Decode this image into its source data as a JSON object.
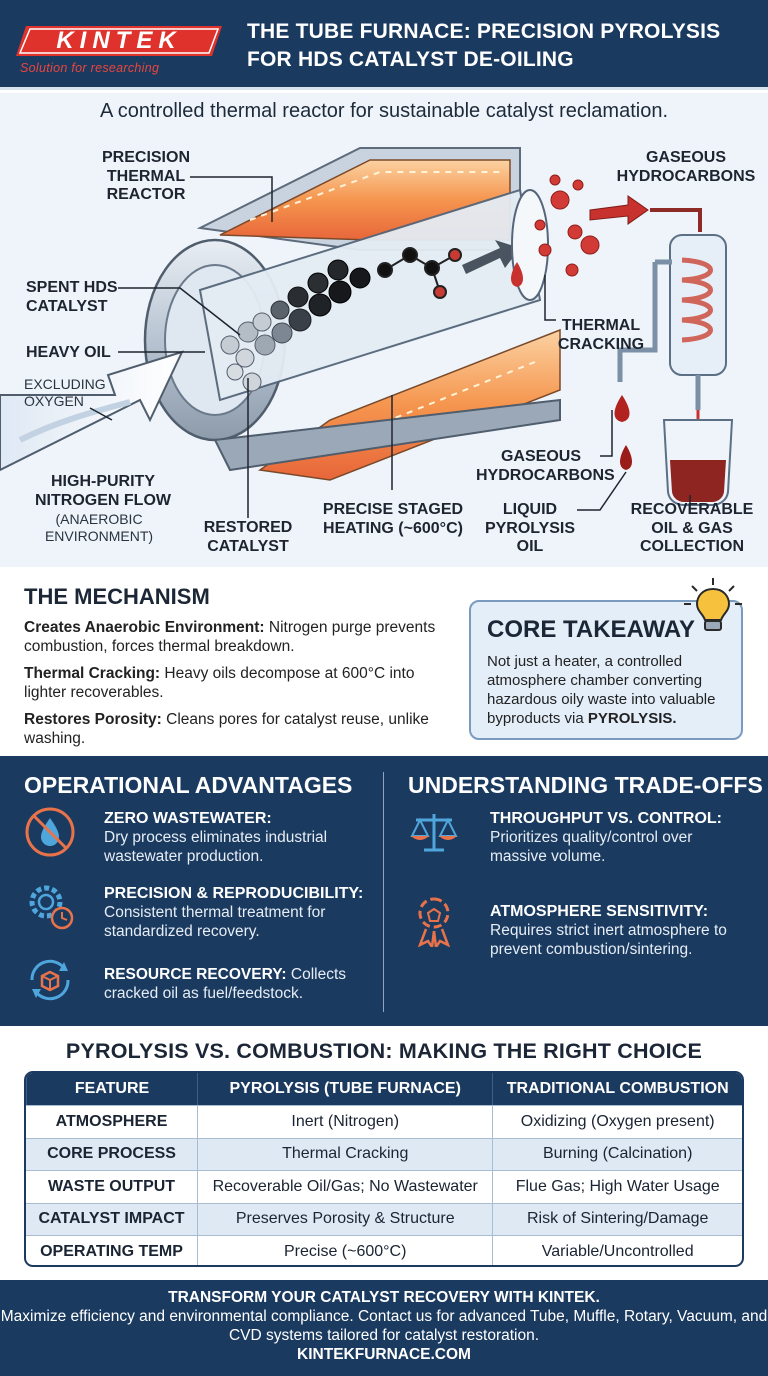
{
  "header": {
    "logo_text": "KINTEK",
    "logo_tagline": "Solution for researching",
    "title": "THE TUBE FURNACE: PRECISION PYROLYSIS FOR HDS CATALYST DE-OILING"
  },
  "diagram": {
    "subtitle": "A controlled thermal reactor for sustainable catalyst reclamation.",
    "labels": {
      "reactor": "PRECISION THERMAL REACTOR",
      "spent": "SPENT HDS CATALYST",
      "heavy_oil": "HEAVY OIL",
      "excluding": "EXCLUDING OXYGEN",
      "nitrogen": "HIGH-PURITY NITROGEN FLOW",
      "anaerobic": "(ANAEROBIC ENVIRONMENT)",
      "restored": "RESTORED CATALYST",
      "heating": "PRECISE STAGED HEATING (~600°C)",
      "gas_top": "GASEOUS HYDROCARBONS",
      "cracking": "THERMAL CRACKING",
      "gas_mid": "GASEOUS HYDROCARBONS",
      "liquid": "LIQUID PYROLYSIS OIL",
      "recover": "RECOVERABLE OIL & GAS COLLECTION"
    }
  },
  "mechanism": {
    "title": "THE MECHANISM",
    "items": [
      {
        "term": "Creates Anaerobic Environment:",
        "text": " Nitrogen purge prevents combustion, forces thermal breakdown."
      },
      {
        "term": "Thermal Cracking:",
        "text": " Heavy oils decompose at 600°C into lighter recoverables."
      },
      {
        "term": "Restores Porosity:",
        "text": " Cleans pores for catalyst reuse, unlike washing."
      }
    ]
  },
  "core": {
    "title": "CORE TAKEAWAY",
    "text": "Not just a heater, a controlled atmosphere chamber converting hazardous oily waste into valuable byproducts via ",
    "emph": "PYROLYSIS."
  },
  "advantages": {
    "title": "OPERATIONAL ADVANTAGES",
    "items": [
      {
        "title": "ZERO WASTEWATER:",
        "desc": "Dry process eliminates industrial wastewater production."
      },
      {
        "title": "PRECISION & REPRODUCIBILITY:",
        "desc": "Consistent thermal treatment for standardized recovery."
      },
      {
        "title": "RESOURCE RECOVERY:",
        "desc": " Collects cracked oil as fuel/feedstock."
      }
    ]
  },
  "tradeoffs": {
    "title": "UNDERSTANDING TRADE-OFFS",
    "items": [
      {
        "title": "THROUGHPUT VS. CONTROL:",
        "desc": "Prioritizes quality/control over massive volume."
      },
      {
        "title": "ATMOSPHERE SENSITIVITY:",
        "desc": "Requires strict inert atmosphere to prevent combustion/sintering."
      }
    ]
  },
  "comparison": {
    "title": "PYROLYSIS VS. COMBUSTION: MAKING THE RIGHT CHOICE",
    "headers": [
      "FEATURE",
      "PYROLYSIS (TUBE FURNACE)",
      "TRADITIONAL COMBUSTION"
    ],
    "rows": [
      [
        "ATMOSPHERE",
        "Inert (Nitrogen)",
        "Oxidizing (Oxygen present)"
      ],
      [
        "CORE PROCESS",
        "Thermal Cracking",
        "Burning (Calcination)"
      ],
      [
        "WASTE OUTPUT",
        "Recoverable Oil/Gas; No Wastewater",
        "Flue Gas; High Water Usage"
      ],
      [
        "CATALYST IMPACT",
        "Preserves Porosity & Structure",
        "Risk of Sintering/Damage"
      ],
      [
        "OPERATING TEMP",
        "Precise (~600°C)",
        "Variable/Uncontrolled"
      ]
    ]
  },
  "footer": {
    "cta": "TRANSFORM YOUR CATALYST RECOVERY WITH KINTEK.",
    "body": "Maximize efficiency and environmental compliance. Contact us for advanced Tube, Muffle, Rotary, Vacuum, and CVD systems tailored for catalyst restoration.",
    "site": "KINTEKFURNACE.COM"
  },
  "colors": {
    "navy": "#1b3a60",
    "brand_red": "#e0322c",
    "heat_orange": "#f08a4b",
    "oil_red": "#c8322e"
  },
  "icons": [
    "no-water-icon",
    "gear-clock-icon",
    "recycle-box-icon",
    "balance-scale-icon",
    "badge-warning-icon",
    "lightbulb-icon",
    "condenser-icon",
    "beaker-icon"
  ]
}
